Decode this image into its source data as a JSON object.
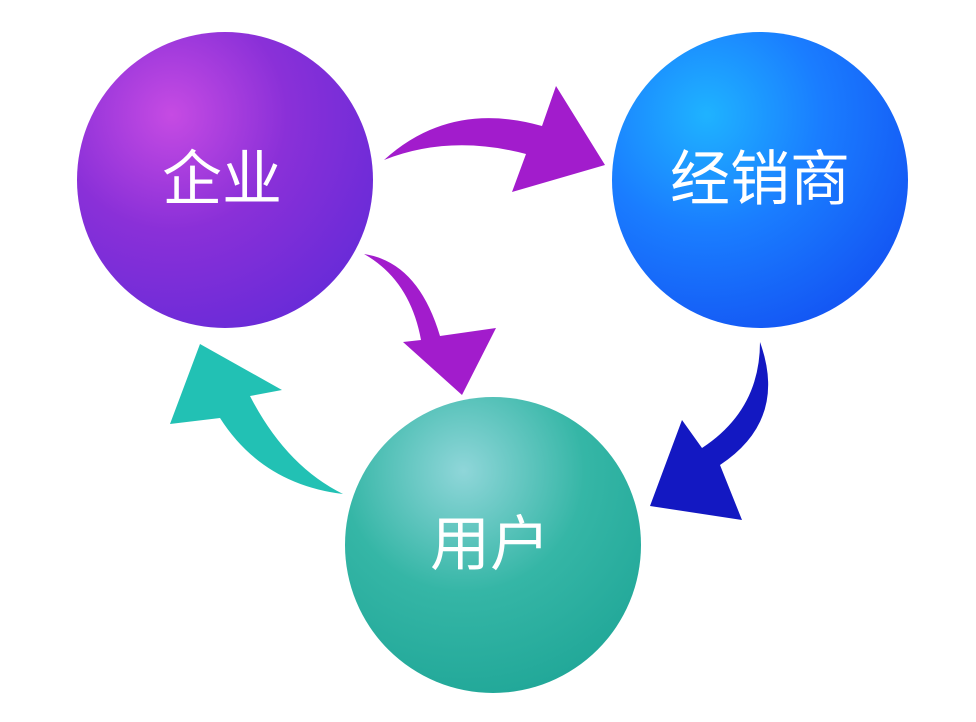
{
  "nodes": [
    {
      "id": "enterprise",
      "label": "企业",
      "color": "#7b2fd6"
    },
    {
      "id": "distributor",
      "label": "经销商",
      "color": "#1f7fff"
    },
    {
      "id": "user",
      "label": "用户",
      "color": "#2fb5a4"
    }
  ],
  "arrows": [
    {
      "from": "enterprise",
      "to": "distributor",
      "color": "#a21ccc"
    },
    {
      "from": "enterprise",
      "to": "user",
      "color": "#a21ccc"
    },
    {
      "from": "distributor",
      "to": "user",
      "color": "#1318c2"
    },
    {
      "from": "user",
      "to": "enterprise",
      "color": "#22c1b4"
    }
  ]
}
